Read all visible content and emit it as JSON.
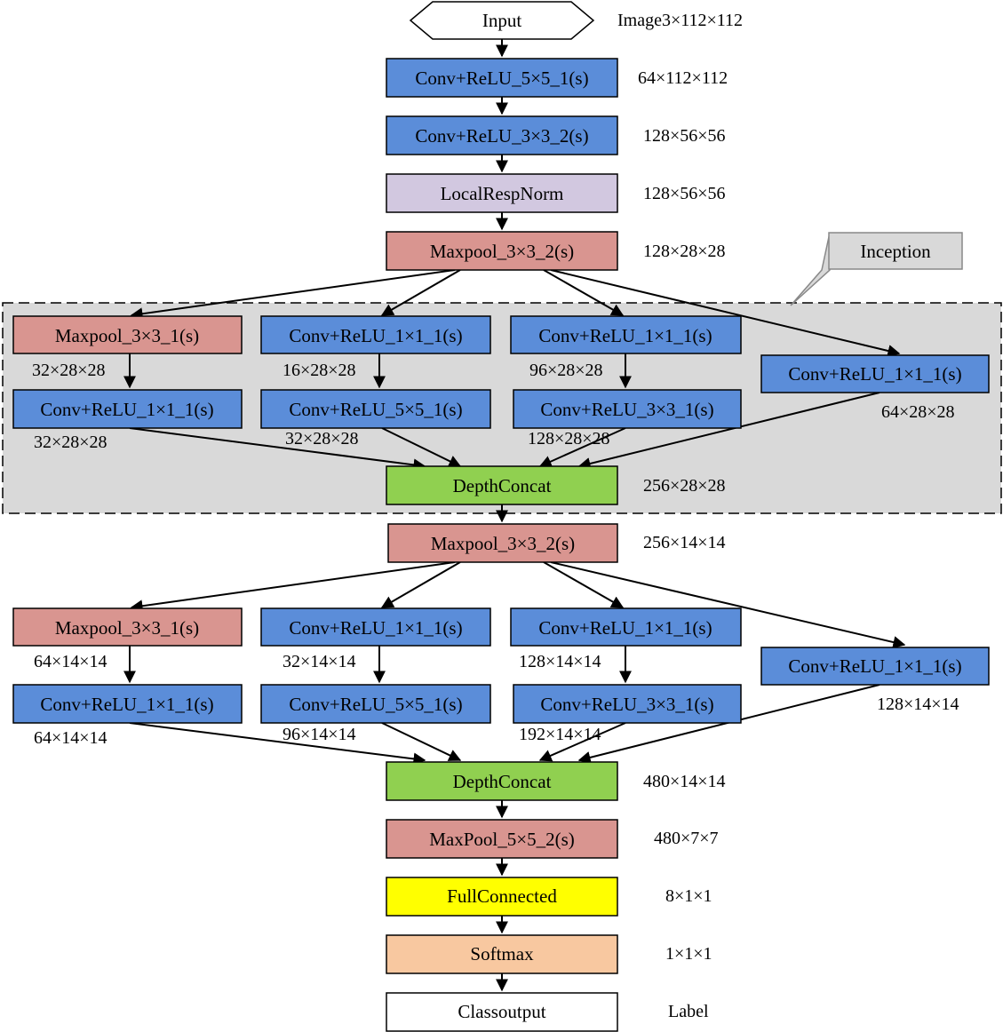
{
  "colors": {
    "conv": "#5b8dd9",
    "pool": "#d99590",
    "norm": "#d2c8e0",
    "concat": "#90d050",
    "fc": "#ffff00",
    "softmax": "#f8c8a0",
    "output": "#ffffff",
    "input": "#ffffff",
    "inception_region": "#d9d9d9",
    "callout": "#d9d9d9"
  },
  "nodes": {
    "input": "Input",
    "conv1": "Conv+ReLU_5×5_1(s)",
    "conv2": "Conv+ReLU_3×3_2(s)",
    "lrn": "LocalRespNorm",
    "pool1": "Maxpool_3×3_2(s)",
    "inc1_b1_pool": "Maxpool_3×3_1(s)",
    "inc1_b1_conv": "Conv+ReLU_1×1_1(s)",
    "inc1_b2_reduce": "Conv+ReLU_1×1_1(s)",
    "inc1_b2_conv": "Conv+ReLU_5×5_1(s)",
    "inc1_b3_reduce": "Conv+ReLU_1×1_1(s)",
    "inc1_b3_conv": "Conv+ReLU_3×3_1(s)",
    "inc1_b4_conv": "Conv+ReLU_1×1_1(s)",
    "concat1": "DepthConcat",
    "pool2": "Maxpool_3×3_2(s)",
    "inc2_b1_pool": "Maxpool_3×3_1(s)",
    "inc2_b1_conv": "Conv+ReLU_1×1_1(s)",
    "inc2_b2_reduce": "Conv+ReLU_1×1_1(s)",
    "inc2_b2_conv": "Conv+ReLU_5×5_1(s)",
    "inc2_b3_reduce": "Conv+ReLU_1×1_1(s)",
    "inc2_b3_conv": "Conv+ReLU_3×3_1(s)",
    "inc2_b4_conv": "Conv+ReLU_1×1_1(s)",
    "concat2": "DepthConcat",
    "pool3": "MaxPool_5×5_2(s)",
    "fc": "FullConnected",
    "softmax": "Softmax",
    "output": "Classoutput"
  },
  "dims": {
    "input": "Image3×112×112",
    "conv1": "64×112×112",
    "conv2": "128×56×56",
    "lrn": "128×56×56",
    "pool1": "128×28×28",
    "inc1_b1_pool": "32×28×28",
    "inc1_b1_conv": "32×28×28",
    "inc1_b2_reduce": "16×28×28",
    "inc1_b2_conv": "32×28×28",
    "inc1_b3_reduce": "96×28×28",
    "inc1_b3_conv": "128×28×28",
    "inc1_b4_conv": "64×28×28",
    "concat1": "256×28×28",
    "pool2": "256×14×14",
    "inc2_b1_pool": "64×14×14",
    "inc2_b1_conv": "64×14×14",
    "inc2_b2_reduce": "32×14×14",
    "inc2_b2_conv": "96×14×14",
    "inc2_b3_reduce": "128×14×14",
    "inc2_b3_conv": "192×14×14",
    "inc2_b4_conv": "128×14×14",
    "concat2": "480×14×14",
    "pool3": "480×7×7",
    "fc": "8×1×1",
    "softmax": "1×1×1",
    "output": "Label"
  },
  "callout": "Inception"
}
